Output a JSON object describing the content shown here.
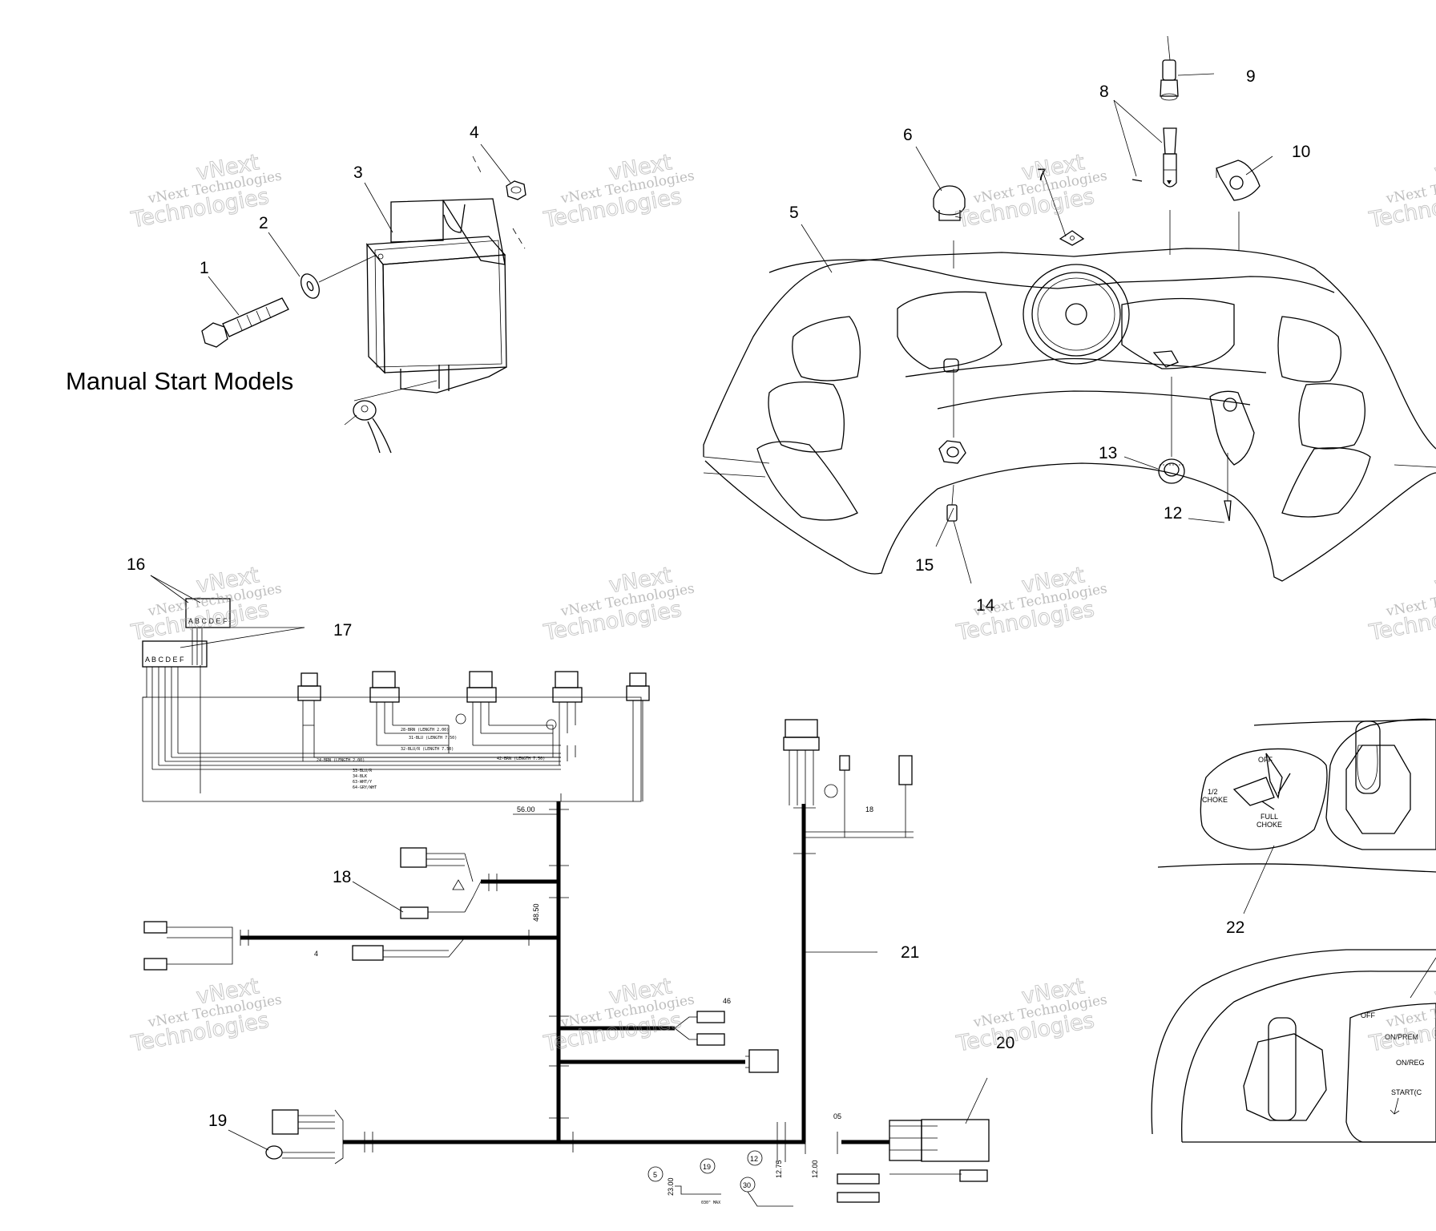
{
  "diagram": {
    "heading": "Manual Start Models",
    "callouts": [
      "1",
      "2",
      "3",
      "4",
      "5",
      "6",
      "7",
      "8",
      "9",
      "10",
      "12",
      "13",
      "14",
      "15",
      "16",
      "17",
      "18",
      "19",
      "20",
      "21",
      "22"
    ],
    "watermark": {
      "line1": "vNext",
      "line2": "vNext Technologies",
      "line3": "Technologies"
    },
    "choke_labels": {
      "off": "OFF",
      "half": "1/2",
      "choke": "CHOKE",
      "full": "FULL",
      "full_choke": "CHOKE"
    },
    "ignition_labels": {
      "off": "OFF",
      "on_prem": "ON/PREM",
      "on_reg": "ON/REG",
      "start": "START(C"
    },
    "harness_labels": {
      "dim_56": "56.00",
      "dim_4850": "48.50",
      "dim_2300": "23.00",
      "dim_1275": "12.75",
      "dim_1200": "12.00",
      "dim_05": "05",
      "dim_4": "4",
      "dim_46": "46",
      "dim_18": "18",
      "note_030": "030\" MAX",
      "tag_1": "5",
      "tag_2": "12",
      "tag_3": "19",
      "tag_4": "30",
      "wire_1": "28-BRN (LENGTH 2.00)",
      "wire_2": "31-BLU (LENGTH 7.50)",
      "wire_3": "32-BLU/R (LENGTH 7.50)",
      "wire_4": "24-BRN (LENGTH 2.00)",
      "wire_5": "42-BRN (LENGTH 7.50)",
      "wire_6": "33-BLU/R",
      "wire_7": "34-BLK",
      "wire_8": "63-WHT/Y",
      "wire_9": "64-GRY/WHT",
      "plug_letters": "A B C D E F"
    }
  }
}
